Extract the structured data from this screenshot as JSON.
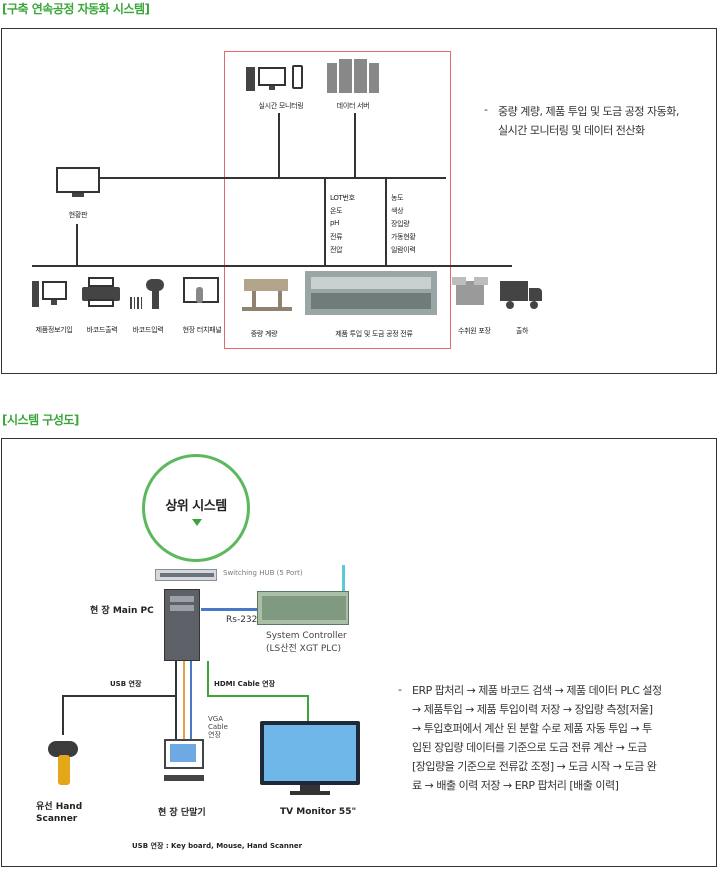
{
  "section1": {
    "title": "[구축 연속공정 자동화 시스템]",
    "top_labels": [
      "실시간 모니터링",
      "데이터 서버"
    ],
    "status_label": "현황판",
    "data_left": [
      "LOT번호",
      "온도",
      "pH",
      "전류",
      "전압"
    ],
    "data_right": [
      "농도",
      "색상",
      "장입량",
      "가동현황",
      "일람이력"
    ],
    "bottom_labels": [
      "제품정보기입",
      "바코드출력",
      "바코드입력",
      "현장 터치패널",
      "중량 계량",
      "제품 투입 및 도금 공정 전류",
      "포장",
      "출하"
    ],
    "bottom_partial": "수취원",
    "description_dash": "-",
    "description": [
      "중량 계량, 제품 투입 및 도금 공정 자동화,",
      "실시간 모니터링 및 데이터 전산화"
    ]
  },
  "section2": {
    "title": "[시스템 구성도]",
    "upper_system": "상위 시스템",
    "switching_hub": "Switching HUB (5 Port)",
    "main_pc": "현 장 Main PC",
    "rs232": "Rs-232",
    "system_controller_1": "System Controller",
    "system_controller_2": "(LS산전 XGT PLC)",
    "usb_label": "USB 연장",
    "hdmi_label": "HDMI Cable 연장",
    "vga_label_1": "VGA",
    "vga_label_2": "Cable",
    "vga_label_3": "연장",
    "scanner_label_1": "유선 Hand",
    "scanner_label_2": "Scanner",
    "terminal_label": "현 장 단말기",
    "tv_label": "TV Monitor 55\"",
    "usb_footer": "USB 연장 : Key board, Mouse, Hand Scanner",
    "description_dash": "-",
    "description": [
      "ERP 팝처리 → 제품 바코드 검색 → 제품 데이터 PLC 설정",
      "→ 제품투입 → 제품 투입이력 저장 → 장입량 측정[저울]",
      "→ 투입호퍼에서 계산 된 분할 수로 제품 자동 투입 → 투",
      "입된 장입량 데이터를 기준으로 도금 전류 계산 → 도금",
      "[장입량을 기준으로 전류값 조정] → 도금 시작 → 도금 완",
      "료 → 배출 이력 저장 → ERP 팝처리 [배출 이력]"
    ]
  }
}
